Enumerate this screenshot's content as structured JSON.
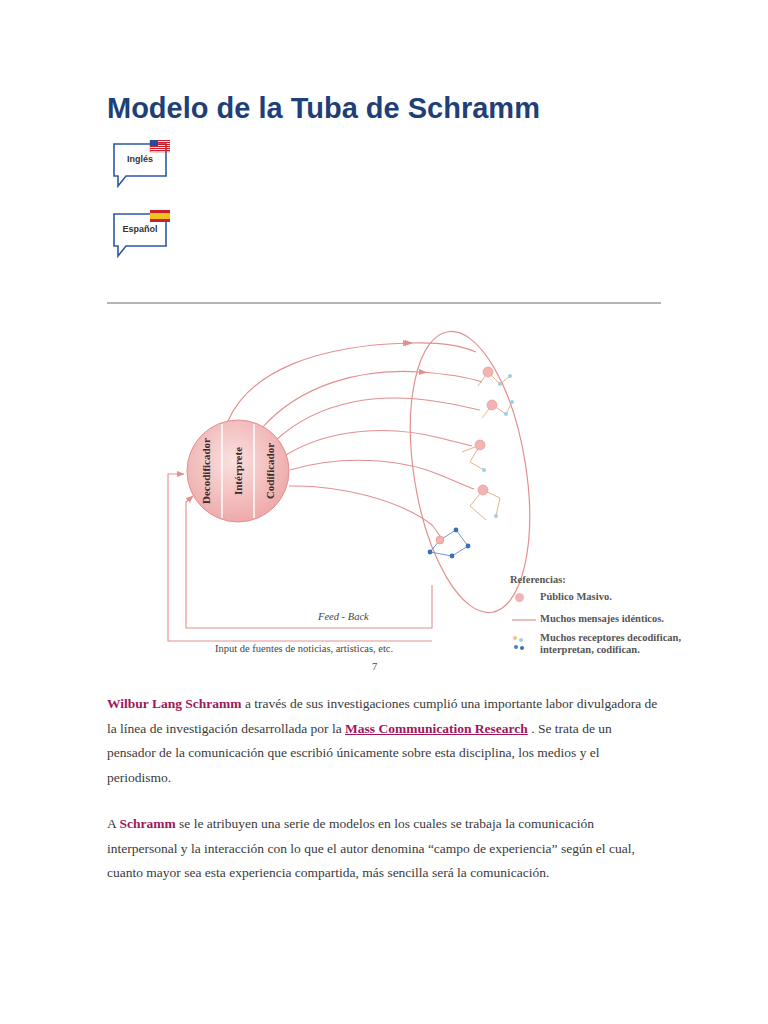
{
  "diagram": {
    "title": "Modelo de la Tuba de Schramm",
    "nodes": [
      {
        "text": [
          "Inglés"
        ]
      },
      {
        "text": [
          "Español"
        ]
      },
      {
        "text": [
          "Decodificador",
          "Intérprete",
          "Codificador"
        ]
      }
    ],
    "labels": [
      "Feed - Back",
      "Input de fuentes de noticias, artísticas, etc.",
      "7",
      "Referencias:",
      "Wilbur Lang Schramm",
      "a través de sus investigaciones cumplió una importante labor divulgadora de la línea de investigación desarrollada por la",
      "Mass Communication Research",
      ". Se trata de un pensador de la comunicación que escribió únicamente sobre esta disciplina, los medios y el periodismo.",
      "A",
      "Schramm",
      "se le atribuyen una serie de modelos en los cuales se trabaja la comunicación interpersonal y la interacción con lo que el autor denomina “campo de experiencia” según el cual, cuanto mayor sea esta experiencia compartida, más sencilla será la comunicación."
    ],
    "legend": [
      {
        "text": "Público Masivo.",
        "color": "#f2b3b3"
      },
      {
        "text": "Muchos mensajes idénticos."
      },
      {
        "text": "Muchos receptores decodifican, interpretan, codifican."
      }
    ]
  }
}
